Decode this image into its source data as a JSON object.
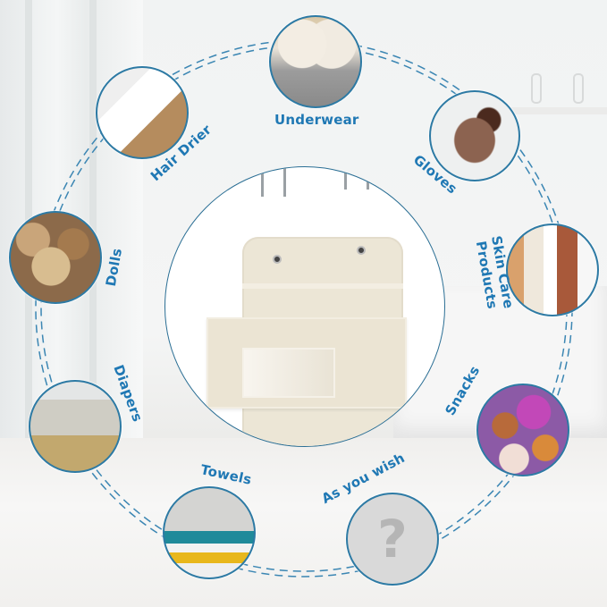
{
  "scene": {
    "description": "Over-the-door hanging organizer with clear window pocket, surrounded by circular usage examples",
    "accent_color": "#1f78b4",
    "ring_color": "#2d7aa4",
    "center_product": "hanging-door-organizer"
  },
  "items": [
    {
      "id": "underwear",
      "label": "Underwear",
      "image": "lace-bras"
    },
    {
      "id": "gloves",
      "label": "Gloves",
      "image": "brown-knit-gloves"
    },
    {
      "id": "skin_care",
      "label": "Skin Care Products",
      "label_line1": "Skin Care",
      "label_line2": "Products",
      "image": "lotion-bottles"
    },
    {
      "id": "snacks",
      "label": "Snacks",
      "image": "candy-and-chocolate-coins"
    },
    {
      "id": "as_you_wish",
      "label": "As you wish",
      "image": "question-mark",
      "glyph": "?"
    },
    {
      "id": "towels",
      "label": "Towels",
      "image": "stacked-towels"
    },
    {
      "id": "diapers",
      "label": "Diapers",
      "image": "cloth-diapers-in-basket"
    },
    {
      "id": "dolls",
      "label": "Dolls",
      "image": "teddy-bears"
    },
    {
      "id": "hair_drier",
      "label": "Hair Drier",
      "image": "white-hair-dryer"
    }
  ]
}
